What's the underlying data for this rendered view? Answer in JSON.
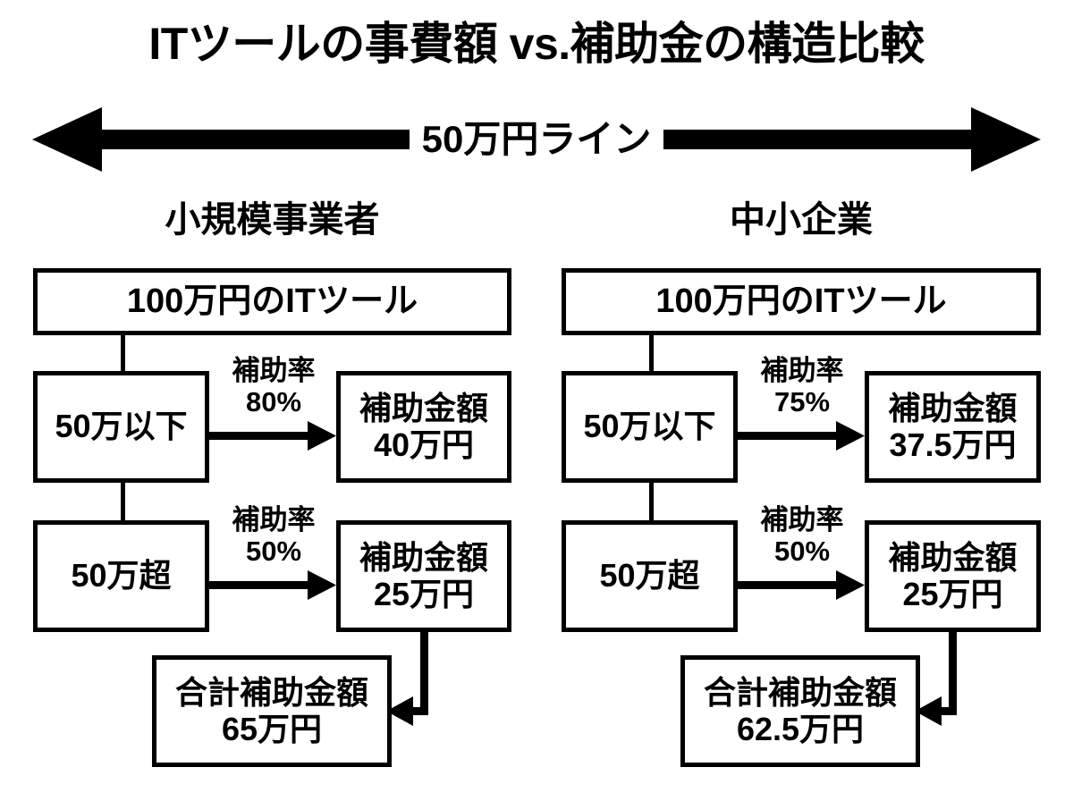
{
  "title": "ITツールの事費額 vs.補助金の構造比較",
  "band": {
    "label": "50万円ライン",
    "icon_left": "arrow-left-icon",
    "icon_right": "arrow-right-icon"
  },
  "columns": [
    {
      "id": "small-business",
      "header": "小規模事業者",
      "source": {
        "label": "100万円のITツール"
      },
      "tiers": [
        {
          "id": "under-50",
          "label": "50万以下",
          "rate_label": "補助率",
          "rate_value": "80%",
          "result_title": "補助金額",
          "result_value": "40万円"
        },
        {
          "id": "over-50",
          "label": "50万超",
          "rate_label": "補助率",
          "rate_value": "50%",
          "result_title": "補助金額",
          "result_value": "25万円"
        }
      ],
      "total": {
        "title": "合計補助金額",
        "value": "65万円"
      }
    },
    {
      "id": "sme",
      "header": "中小企業",
      "source": {
        "label": "100万円のITツール"
      },
      "tiers": [
        {
          "id": "under-50",
          "label": "50万以下",
          "rate_label": "補助率",
          "rate_value": "75%",
          "result_title": "補助金額",
          "result_value": "37.5万円"
        },
        {
          "id": "over-50",
          "label": "50万超",
          "rate_label": "補助率",
          "rate_value": "50%",
          "result_title": "補助金額",
          "result_value": "25万円"
        }
      ],
      "total": {
        "title": "合計補助金額",
        "value": "62.5万円"
      }
    }
  ],
  "colors": {
    "stroke": "#000000",
    "background": "#ffffff",
    "text": "#000000"
  }
}
